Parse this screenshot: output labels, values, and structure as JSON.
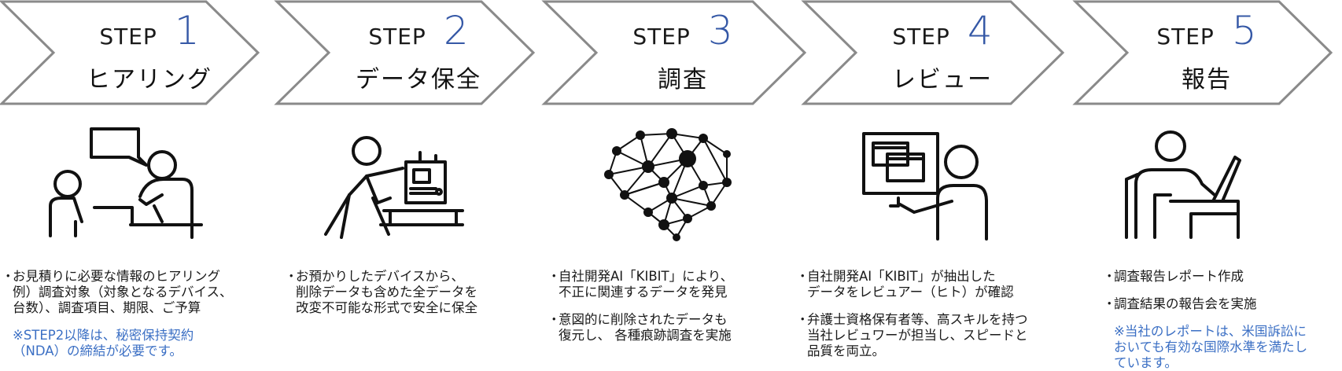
{
  "steps": [
    {
      "step_word": "STEP",
      "number": "1",
      "title": "ヒアリング",
      "illustration": "hearing-icon",
      "bullets": [
        "お見積りに必要な情報のヒアリング\n例）調査対象（対象となるデバイス、\n台数）、調査項目、期限、ご予算"
      ],
      "note": "※STEP2以降は、秘密保持契約\n（NDA）の締結が必要です。"
    },
    {
      "step_word": "STEP",
      "number": "2",
      "title": "データ保全",
      "illustration": "data-preservation-icon",
      "bullets": [
        "お預かりしたデバイスから、\n削除データも含めた全データを\n改変不可能な形式で安全に保全"
      ],
      "note": ""
    },
    {
      "step_word": "STEP",
      "number": "3",
      "title": "調査",
      "illustration": "ai-brain-icon",
      "bullets": [
        "自社開発AI「KIBIT」により、\n不正に関連するデータを発見",
        "意図的に削除されたデータも\n復元し、 各種痕跡調査を実施"
      ],
      "note": ""
    },
    {
      "step_word": "STEP",
      "number": "4",
      "title": "レビュー",
      "illustration": "reviewer-icon",
      "bullets": [
        "自社開発AI「KIBIT」が抽出した\nデータをレビュアー（ヒト）が確認",
        "弁護士資格保有者等、高スキルを持つ\n当社レビュワーが担当し、スピードと\n品質を両立。"
      ],
      "note": ""
    },
    {
      "step_word": "STEP",
      "number": "5",
      "title": "報告",
      "illustration": "report-icon",
      "bullets": [
        "調査報告レポート作成",
        "調査結果の報告会を実施"
      ],
      "note": "※当社のレポートは、米国訴訟に\nおいても有効な国際水準を満たし\nています。"
    }
  ],
  "colors": {
    "number": "#3558a6",
    "note": "#3b6fc4",
    "chevron_stroke": "#8a8a8a"
  },
  "bullet_mark": "・"
}
